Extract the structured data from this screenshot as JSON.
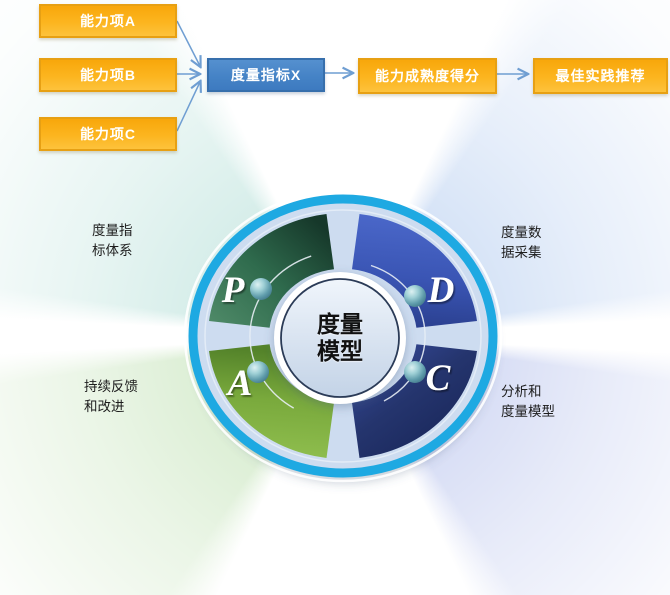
{
  "flowchart": {
    "capability_items": [
      "能力项A",
      "能力项B",
      "能力项C"
    ],
    "metric_box": "度量指标X",
    "maturity_score_box": "能力成熟度得分",
    "best_practice_box": "最佳实践推荐"
  },
  "cycle": {
    "center_line1": "度量",
    "center_line2": "模型",
    "segment_p": "P",
    "segment_d": "D",
    "segment_a": "A",
    "segment_c": "C",
    "label_top_left_line1": "度量指",
    "label_top_left_line2": "标体系",
    "label_top_right_line1": "度量数",
    "label_top_right_line2": "据采集",
    "label_bottom_left_line1": "持续反馈",
    "label_bottom_left_line2": "和改进",
    "label_bottom_right_line1": "分析和",
    "label_bottom_right_line2": "度量模型"
  },
  "colors": {
    "capability_box_fill": "#fbb11f",
    "capability_box_border": "#e7a013",
    "metric_box_fill": "#4a86c8",
    "metric_box_border": "#376fac",
    "arrow": "#6f9ed2",
    "ring_cyan": "#1ea9e2",
    "ring_inner_fill": "#cddcf0",
    "segment_p_green": "#2f6b4d",
    "segment_a_green": "#79a93c",
    "segment_d_blue": "#3a55b4",
    "segment_c_navy": "#25356e",
    "node_sphere": "#7fb3bf"
  }
}
